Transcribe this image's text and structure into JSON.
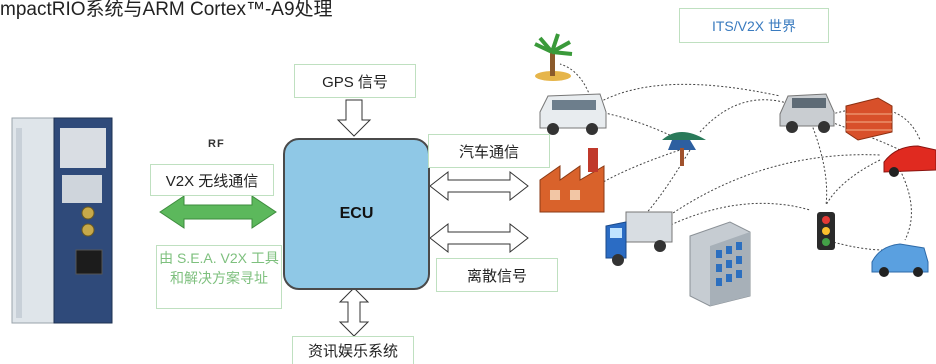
{
  "title": "mpactRIO系统与ARM Cortex™-A9处理",
  "its_world": "ITS/V2X 世界",
  "gps": "GPS 信号",
  "rf": "RF",
  "v2x_wireless": "V2X 无线通信",
  "ecu": "ECU",
  "car_comm": "汽车通信",
  "discrete": "离散信号",
  "infotainment": "资讯娱乐系统",
  "sea_note": "由 S.E.A. V2X 工具和解决方案寻址",
  "colors": {
    "ecu_fill": "#8fc8e6",
    "green_arrow": "#5cb85c",
    "label_border": "#bfe0c0",
    "its_text": "#3a7bbf"
  }
}
